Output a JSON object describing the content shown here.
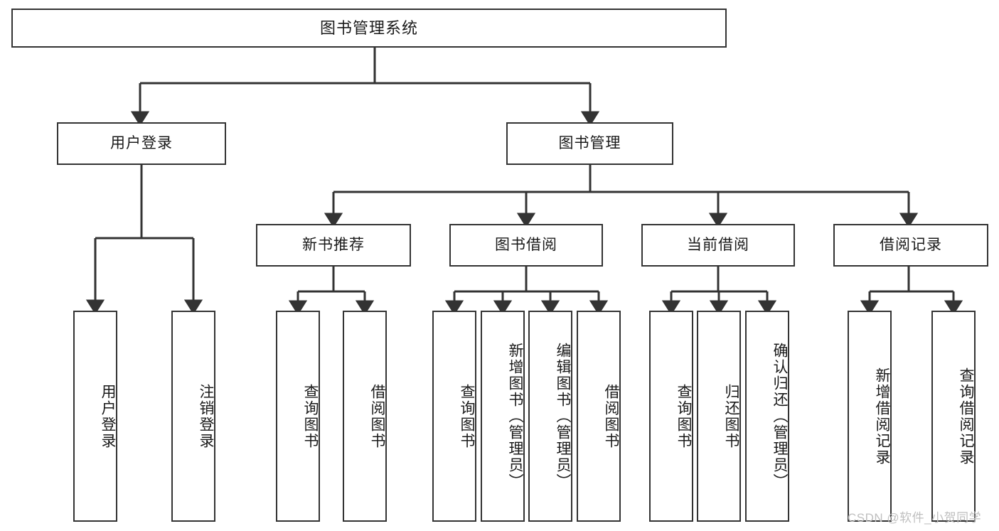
{
  "diagram": {
    "title": "图书管理系统",
    "watermark": "CSDN @软件_小贺同学",
    "stroke_color": "#333333",
    "background_color": "#ffffff",
    "text_color": "#1a1a1a",
    "watermark_color": "#bfbfbf",
    "type": "tree-hierarchy",
    "levels": 4
  },
  "nodes": {
    "root": {
      "label": "图书管理系统"
    },
    "level1": [
      {
        "label": "用户登录"
      },
      {
        "label": "图书管理"
      }
    ],
    "level2": [
      {
        "label": "新书推荐"
      },
      {
        "label": "图书借阅"
      },
      {
        "label": "当前借阅"
      },
      {
        "label": "借阅记录"
      }
    ],
    "leaves": {
      "user_login": [
        {
          "label": "用户登录"
        },
        {
          "label": "注销登录"
        }
      ],
      "new_book_recommend": [
        {
          "label": "查询图书"
        },
        {
          "label": "借阅图书"
        }
      ],
      "book_borrow": [
        {
          "label": "查询图书"
        },
        {
          "label": "新增图书（管理员）"
        },
        {
          "label": "编辑图书（管理员）"
        },
        {
          "label": "借阅图书"
        }
      ],
      "current_borrow": [
        {
          "label": "查询图书"
        },
        {
          "label": "归还图书"
        },
        {
          "label": "确认归还（管理员）"
        }
      ],
      "borrow_record": [
        {
          "label": "新增借阅记录"
        },
        {
          "label": "查询借阅记录"
        }
      ]
    }
  }
}
